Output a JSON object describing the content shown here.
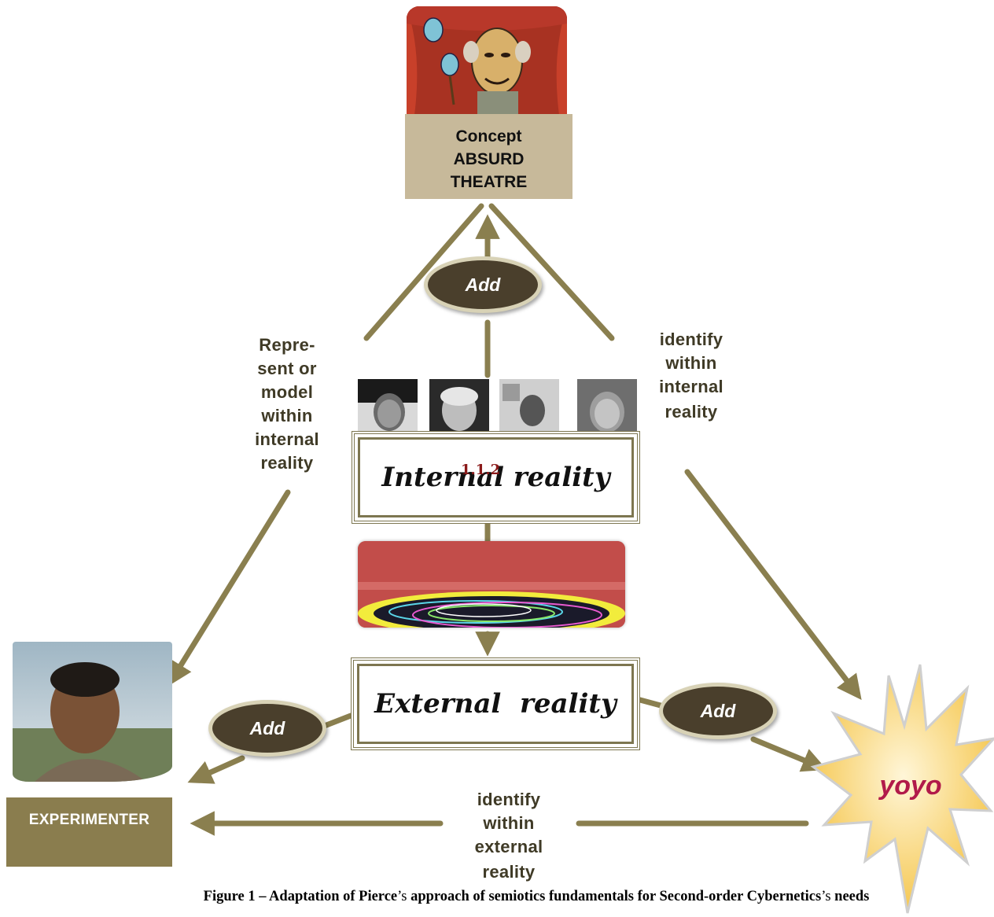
{
  "concept": {
    "line1": "Concept",
    "line2": "ABSURD",
    "line3": "THEATRE"
  },
  "ellipses": {
    "top": "Add",
    "left": "Add",
    "right": "Add"
  },
  "labels": {
    "left": [
      "Repre-",
      "sent  or",
      "model",
      "within",
      "internal",
      "reality"
    ],
    "right": [
      "identify",
      "within",
      "internal",
      "reality"
    ],
    "bottom": [
      "identify",
      "within",
      "external",
      "reality"
    ]
  },
  "internal_reality": {
    "label": "Internal reality",
    "overlay_number": "1.1.2"
  },
  "external_reality": {
    "label": "External  reality"
  },
  "experimenter": {
    "label": "EXPERIMENTER"
  },
  "yoyo": {
    "label": "yoyo"
  },
  "caption": {
    "part1": "Figure 1 – Adaptation of Pierce",
    "part2": "’s",
    "part3": " approach of semiotics fundamentals for Second-order Cybernetics",
    "part4": "’s",
    "part5": " needs"
  },
  "colors": {
    "arrow": "#8a7f4f",
    "ellipse_fill": "#4a3f2c",
    "label_text": "#3f3a26",
    "concept_box": "#c7b99a",
    "experimenter_box": "#8a7d4e",
    "yoyo_text": "#b11a4a"
  }
}
